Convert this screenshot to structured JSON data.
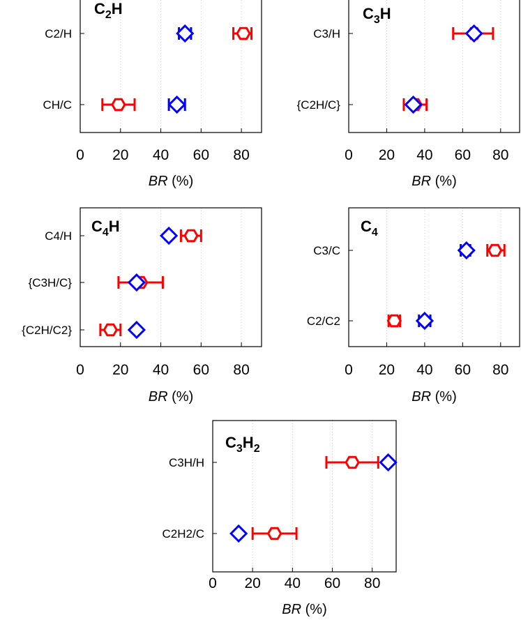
{
  "colors": {
    "red": "#ff0000",
    "blue": "#0000ff"
  },
  "markers": {
    "red": "hexagon",
    "blue": "diamond"
  },
  "chart_data": [
    {
      "type": "scatter",
      "title": {
        "main": "C",
        "sub1": "2",
        "mid": "H",
        "sub2": ""
      },
      "xlabel": {
        "italic": "BR",
        "rest": " (%)"
      },
      "xlim": [
        0,
        90
      ],
      "xticks": [
        "0",
        "20",
        "40",
        "60",
        "80"
      ],
      "grid": "vertical dotted",
      "categories": [
        "C2/H",
        "CH/C"
      ],
      "series": [
        {
          "color": "red",
          "marker": "hexagon",
          "values": [
            81,
            19
          ],
          "err_low": [
            76,
            11
          ],
          "err_high": [
            85,
            27
          ]
        },
        {
          "color": "blue",
          "marker": "diamond",
          "values": [
            52,
            48
          ],
          "err_low": [
            49,
            44
          ],
          "err_high": [
            55,
            52
          ]
        }
      ]
    },
    {
      "type": "scatter",
      "title": {
        "main": "C",
        "sub1": "3",
        "mid": "H",
        "sub2": ""
      },
      "xlabel": {
        "italic": "BR",
        "rest": " (%)"
      },
      "xlim": [
        0,
        90
      ],
      "xticks": [
        "0",
        "20",
        "40",
        "60",
        "80"
      ],
      "grid": "vertical dotted",
      "categories": [
        "C3/H",
        "{C2H/C}"
      ],
      "series": [
        {
          "color": "red",
          "marker": "hexagon",
          "values": [
            66,
            35
          ],
          "err_low": [
            55,
            29
          ],
          "err_high": [
            76,
            41
          ]
        },
        {
          "color": "blue",
          "marker": "diamond",
          "values": [
            66,
            34
          ],
          "err_low": [
            66,
            34
          ],
          "err_high": [
            66,
            34
          ]
        }
      ]
    },
    {
      "type": "scatter",
      "title": {
        "main": "C",
        "sub1": "4",
        "mid": "H",
        "sub2": ""
      },
      "xlabel": {
        "italic": "BR",
        "rest": " (%)"
      },
      "xlim": [
        0,
        90
      ],
      "xticks": [
        "0",
        "20",
        "40",
        "60",
        "80"
      ],
      "grid": "vertical dotted",
      "categories": [
        "C4/H",
        "{C3H/C}",
        "{C2H/C2}"
      ],
      "series": [
        {
          "color": "red",
          "marker": "hexagon",
          "values": [
            55,
            30,
            15
          ],
          "err_low": [
            50,
            19,
            10
          ],
          "err_high": [
            60,
            41,
            20
          ]
        },
        {
          "color": "blue",
          "marker": "diamond",
          "values": [
            44,
            28,
            28
          ],
          "err_low": [
            44,
            28,
            28
          ],
          "err_high": [
            44,
            28,
            28
          ]
        }
      ]
    },
    {
      "type": "scatter",
      "title": {
        "main": "C",
        "sub1": "4",
        "mid": "",
        "sub2": ""
      },
      "xlabel": {
        "italic": "BR",
        "rest": " (%)"
      },
      "xlim": [
        0,
        90
      ],
      "xticks": [
        "0",
        "20",
        "40",
        "60",
        "80"
      ],
      "grid": "vertical dotted",
      "categories": [
        "C3/C",
        "C2/C2"
      ],
      "series": [
        {
          "color": "red",
          "marker": "hexagon",
          "values": [
            77,
            24
          ],
          "err_low": [
            73,
            21
          ],
          "err_high": [
            82,
            27
          ]
        },
        {
          "color": "blue",
          "marker": "diamond",
          "values": [
            62,
            40
          ],
          "err_low": [
            59,
            37
          ],
          "err_high": [
            64,
            43
          ]
        }
      ]
    },
    {
      "type": "scatter",
      "title": {
        "main": "C",
        "sub1": "3",
        "mid": "H",
        "sub2": "2"
      },
      "xlabel": {
        "italic": "BR",
        "rest": " (%)"
      },
      "xlim": [
        0,
        92
      ],
      "xticks": [
        "0",
        "20",
        "40",
        "60",
        "80"
      ],
      "grid": "vertical dotted",
      "categories": [
        "C3H/H",
        "C2H2/C"
      ],
      "series": [
        {
          "color": "red",
          "marker": "hexagon",
          "values": [
            70,
            31
          ],
          "err_low": [
            57,
            20
          ],
          "err_high": [
            83,
            42
          ]
        },
        {
          "color": "blue",
          "marker": "diamond",
          "values": [
            88,
            13
          ],
          "err_low": [
            88,
            13
          ],
          "err_high": [
            88,
            13
          ]
        }
      ]
    }
  ]
}
